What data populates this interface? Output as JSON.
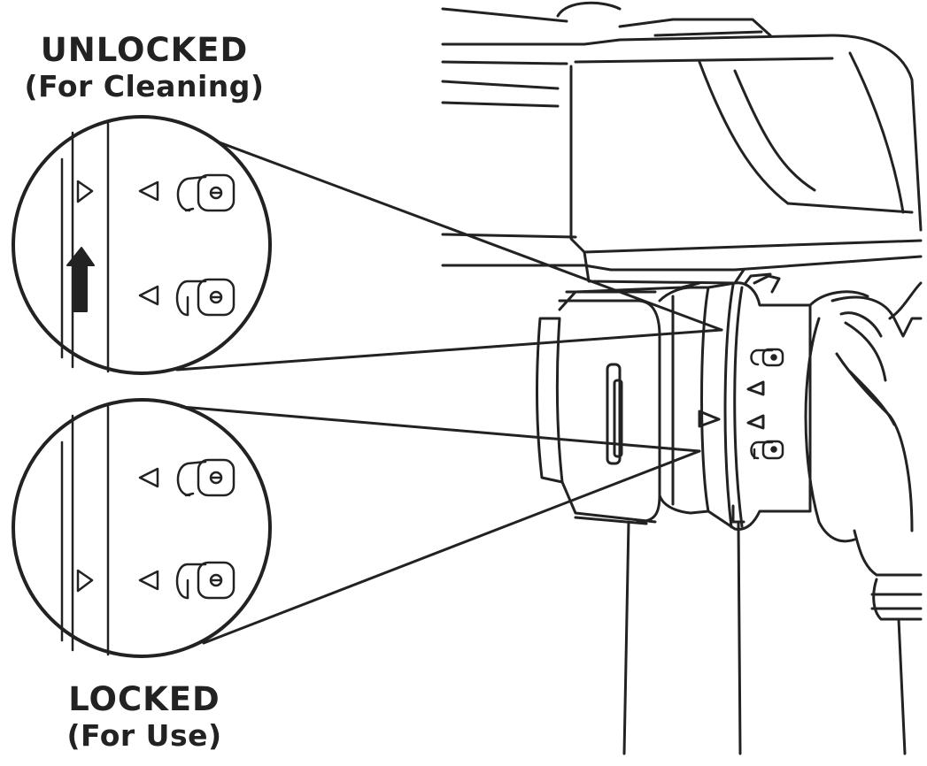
{
  "labels": {
    "unlocked": {
      "title": "UNLOCKED",
      "subtitle": "(For Cleaning)"
    },
    "locked": {
      "title": "LOCKED",
      "subtitle": "(For Use)"
    }
  },
  "colors": {
    "line": "#222222",
    "background": "#ffffff"
  },
  "icons": [
    "padlock-open-icon",
    "padlock-closed-icon",
    "arrow-up-icon",
    "triangle-pointer-icon"
  ]
}
